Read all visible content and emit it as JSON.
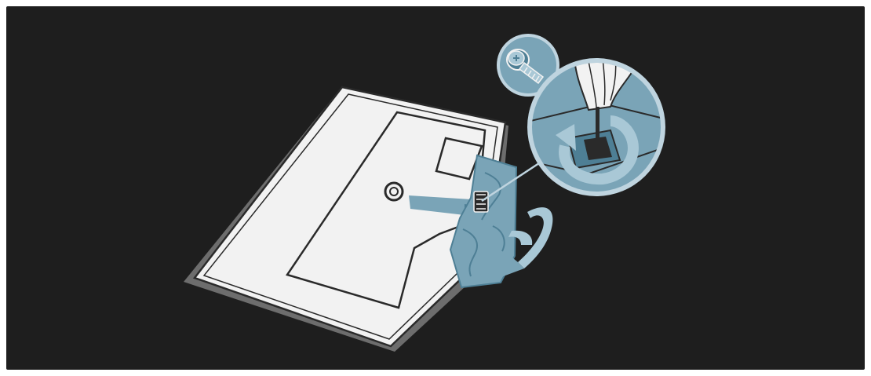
{
  "figure": {
    "type": "installation-illustration",
    "steps": [
      "attach-stand-to-tv",
      "tighten-screw-clockwise"
    ],
    "icons": [
      "tv-back-panel-icon",
      "stand-bracket-icon",
      "screw-icon",
      "hand-screwdriver-icon",
      "rotate-arrow-icon",
      "fold-arrow-icon"
    ]
  },
  "colors": {
    "frame_border": "#ffffff",
    "background": "#1e1e1e",
    "tv_fill": "#f2f2f2",
    "tv_shadow": "#6d6d6d",
    "outline": "#2a2a2a",
    "accent_blue": "#7aa4b7",
    "accent_blue_dark": "#4e7f95",
    "accent_blue_light": "#a9c8d6",
    "zoom_ring": "#bfd4df"
  }
}
